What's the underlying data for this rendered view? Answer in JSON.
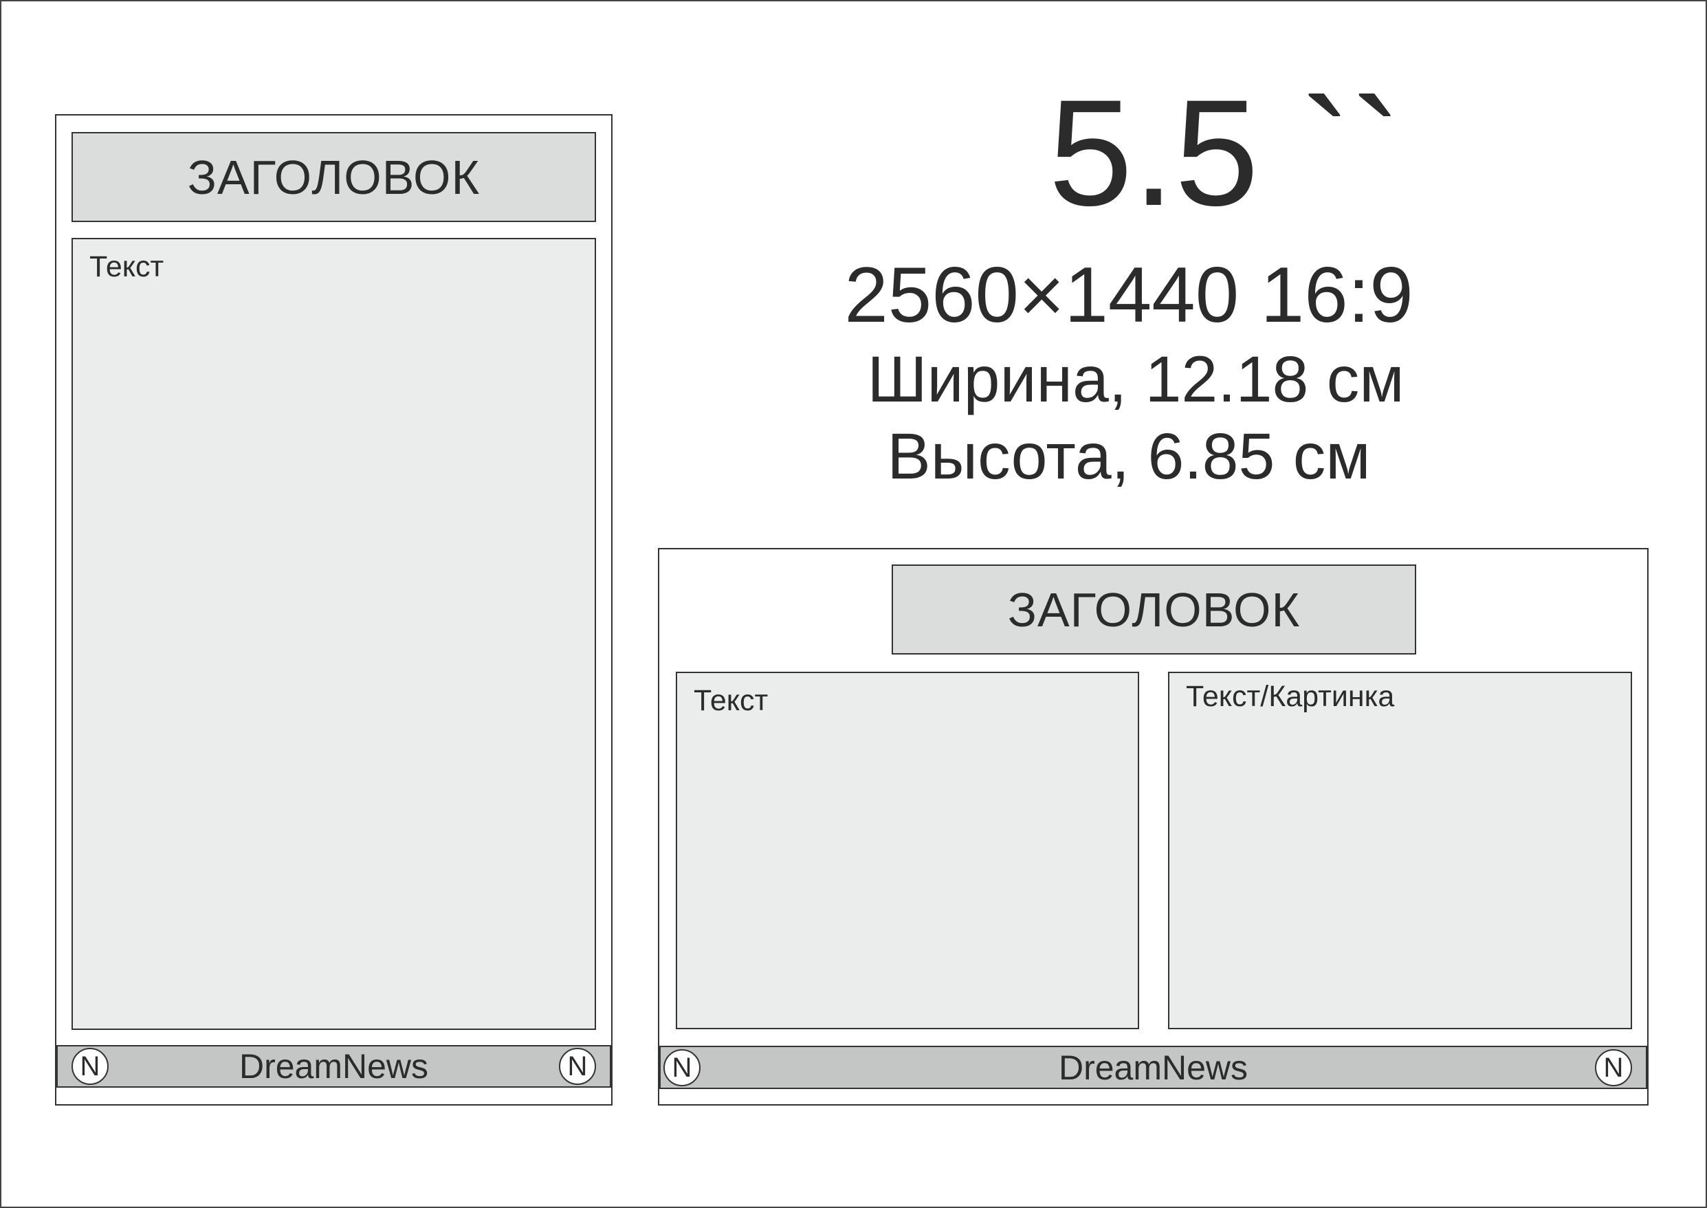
{
  "size_title": "5.5 ``",
  "resolution_text": "2560×1440 16:9",
  "width_text": "Ширина, 12.18 см",
  "height_text": "Высота, 6.85 см",
  "portrait_layout": {
    "header": "ЗАГОЛОВОК",
    "text_panel": "Текст",
    "footer": "DreamNews",
    "footer_icon": "N"
  },
  "landscape_layout": {
    "header": "ЗАГОЛОВОК",
    "text_panel": "Текст",
    "image_panel": "Текст/Картинка",
    "footer": "DreamNews",
    "footer_icon": "N"
  },
  "colors": {
    "header_fill": "#dbdcdc",
    "panel_fill": "#ebecec",
    "footer_fill": "#c4c5c5",
    "stroke": "#333333"
  }
}
